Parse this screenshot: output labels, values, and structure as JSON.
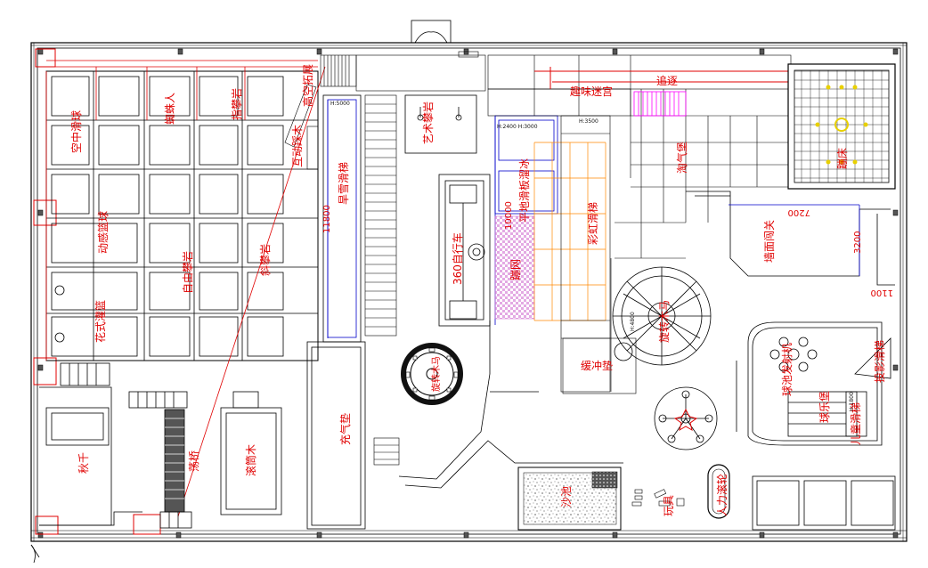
{
  "plan": {
    "zones": {
      "high_expansion": "高空拓展",
      "interactive_wood": "互动踩木",
      "spider_man": "蜘蛛人",
      "finger_rock": "指攀岩",
      "aerial_ball": "空中滑球",
      "dynamic_basketball": "动感篮球",
      "free_climbing": "自由攀岩",
      "slope_climbing": "斜攀岩",
      "fancy_basket": "花式灌篮",
      "dry_snow_slide": "旱雪滑梯",
      "art_climbing": "艺术攀岩",
      "flat_treadmill": "平地滑板溜冰",
      "rainbow_slide": "彩虹滑梯",
      "cycle_360": "360自行车",
      "net": "蹦网",
      "pursuit": "追逐",
      "naughty_castle": "淘气堡",
      "cushion": "缓冲垫",
      "wall_game": "墙面闯关",
      "trampoline": "蹦床",
      "rotating_tower": "旋转木马",
      "ball_pool": "球池发射机",
      "music_castle": "球乐堡",
      "projection_slide": "投影滑梯",
      "small_slide": "儿童滑梯",
      "swing": "秋千",
      "sway_bridge": "荡桥",
      "roller": "滚筒木",
      "air_cushion": "充气垫",
      "sand_pool": "沙池",
      "tools": "玩具",
      "human_wheel": "人力滚轮",
      "fun_maze": "趣味迷宫"
    },
    "dims": {
      "h5000": "H:5000",
      "h3500": "H:3500",
      "h2400": "H:2400 H:3000",
      "d11800": "11800",
      "d10000": "10000",
      "d7200": "7200",
      "d3200": "3200",
      "d1100": "1100",
      "h4800": "H:4800",
      "h1800": "H:1800"
    },
    "colors": {
      "wall": "#000000",
      "label": "#e00000",
      "orange": "#ff8800",
      "blue": "#0000cc",
      "magenta": "#ff00ff",
      "pink": "#d070d0",
      "yellow": "#e8d000",
      "hatch": "#999999"
    }
  }
}
